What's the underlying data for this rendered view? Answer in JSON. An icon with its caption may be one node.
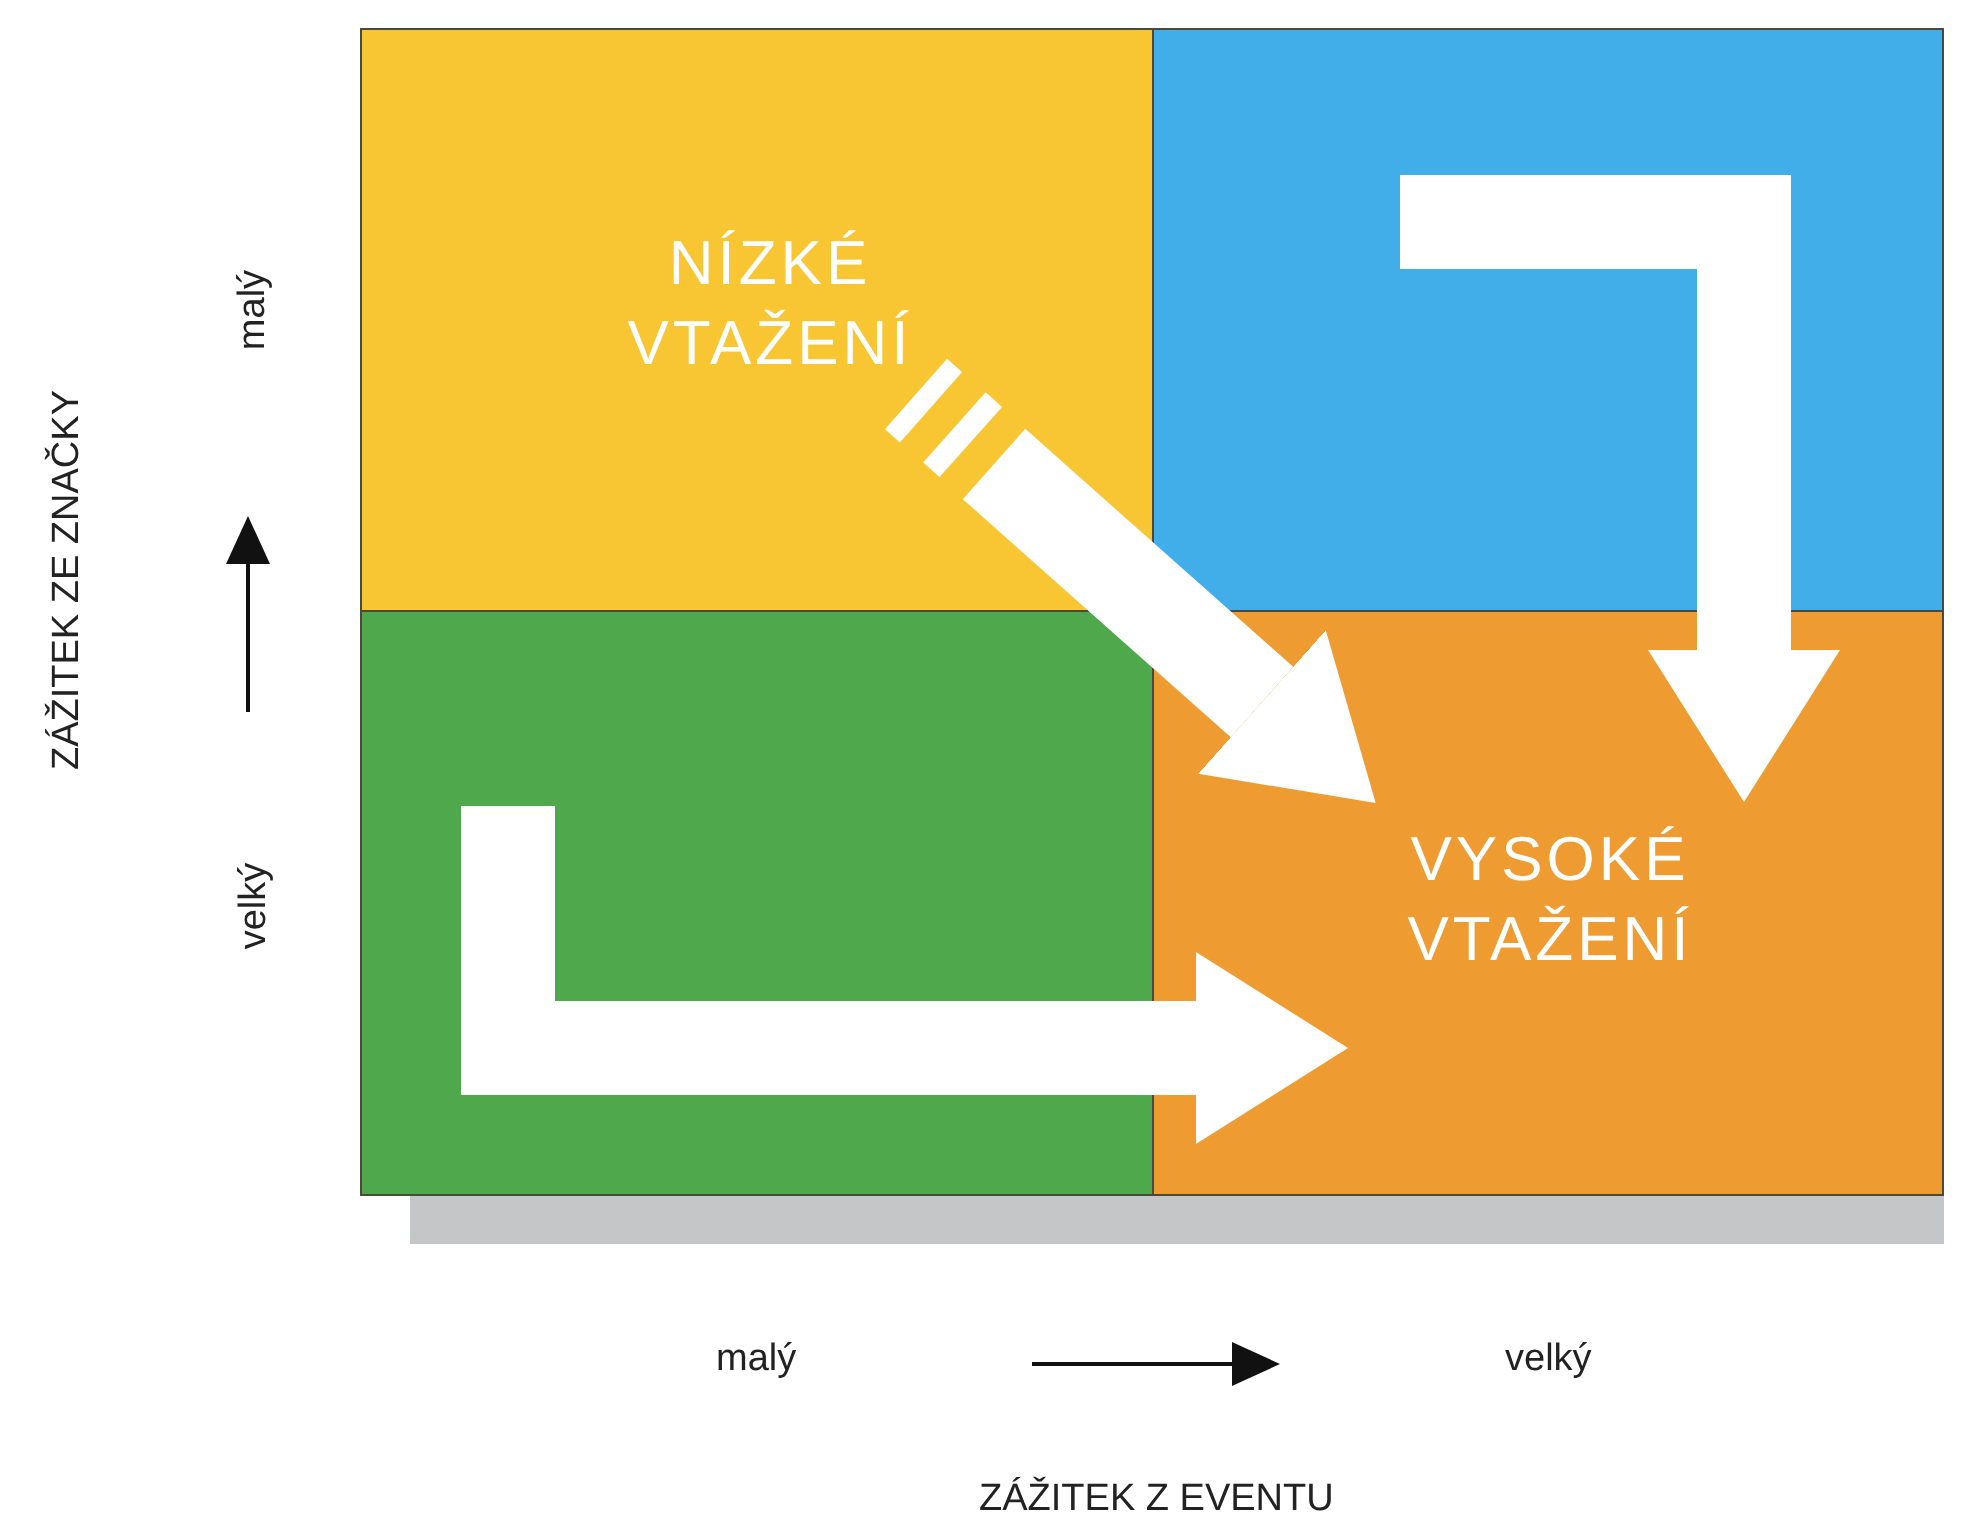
{
  "diagram": {
    "nodes": [
      {
        "text": [
          "NÍZKÉ VTAŽENÍ"
        ]
      },
      {
        "text": [],
        "shape": "box"
      },
      {
        "text": [],
        "shape": "box"
      },
      {
        "text": [
          "VYSOKÉ VTAŽENÍ"
        ]
      }
    ],
    "edges": [
      {
        "from": 0,
        "to": 3,
        "arrow": "to"
      },
      {
        "from": 1,
        "to": 3,
        "arrow": "to"
      },
      {
        "from": 2,
        "to": 3,
        "arrow": "to"
      }
    ],
    "labels": [
      "ZÁŽITEK ZE ZNAČKY",
      "malý",
      "velký",
      "malý",
      "velký",
      "ZÁŽITEK Z EVENTU"
    ]
  }
}
